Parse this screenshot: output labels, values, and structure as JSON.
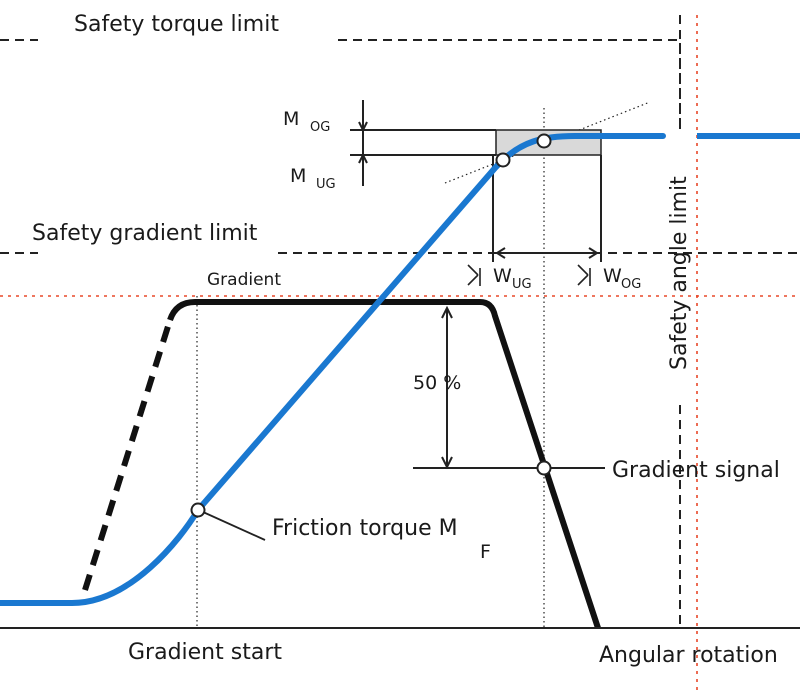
{
  "labels": {
    "safety_torque_limit": "Safety torque limit",
    "safety_gradient_limit": "Safety gradient limit",
    "safety_angle_limit": "Safety angle limit",
    "gradient": "Gradient",
    "gradient_start": "Gradient start",
    "angular_rotation": "Angular rotation",
    "gradient_signal": "Gradient signal",
    "friction_torque": "Friction torque M",
    "friction_torque_sub": "F",
    "percent_50": "50 %",
    "m_og_main": "M",
    "m_og_sub": "OG",
    "m_ug_main": "M",
    "m_ug_sub": "UG",
    "w_ug_main": "W",
    "w_ug_sub": "UG",
    "w_og_main": "W",
    "w_og_sub": "OG"
  },
  "colors": {
    "torque_curve": "#1a78d0",
    "gradient_curve": "#111111",
    "reference_dotted": "#e8482a",
    "limit_dashed": "#222222",
    "window_fill": "#d9d9d9",
    "text": "#1a1a1a"
  }
}
